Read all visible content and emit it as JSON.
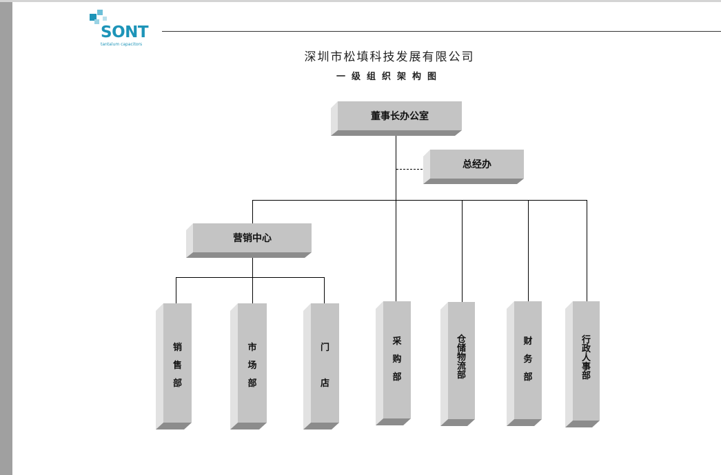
{
  "logo": {
    "word": "SONT",
    "tagline": "tantalum capacitors"
  },
  "title": "深圳市松填科技发展有限公司",
  "subtitle": "一级组织架构图",
  "nodes": {
    "chairman_office": "董事长办公室",
    "general_manager": "总经办",
    "marketing_center": "营销中心",
    "sales_dept": [
      "销",
      "售",
      "部"
    ],
    "market_dept": [
      "市",
      "场",
      "部"
    ],
    "store": [
      "门",
      "",
      "店"
    ],
    "purchasing_dept": [
      "采",
      "购",
      "部"
    ],
    "warehouse_logistics_dept": [
      "仓",
      "储",
      "物",
      "流",
      "部"
    ],
    "finance_dept": [
      "财",
      "务",
      "部"
    ],
    "admin_hr_dept": [
      "行",
      "政",
      "人",
      "事",
      "部"
    ]
  },
  "colors": {
    "accent": "#1d94b8",
    "box_face": "#c4c4c4",
    "box_shadow": "#8c8c8c",
    "box_highlight": "#e3e3e3"
  }
}
